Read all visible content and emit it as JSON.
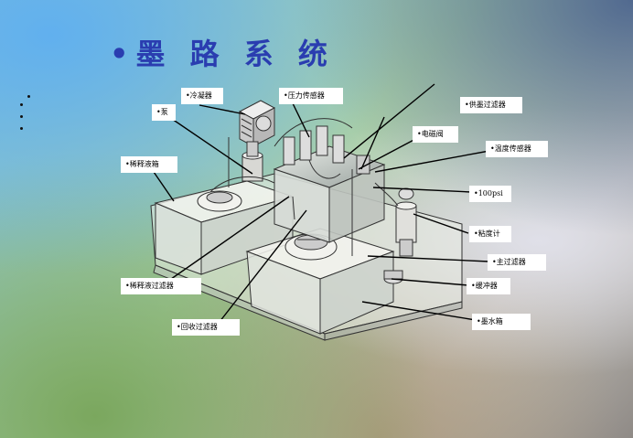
{
  "title": "•墨 路 系 统",
  "labels": {
    "condenser": "•冷凝器",
    "pressure_sensor": "•压力传感器",
    "pump": "•泵",
    "ink_supply_filter": "•供墨过滤器",
    "solenoid_valve": "•电磁阀",
    "temp_sensor": "•温度传感器",
    "diluent_tank": "•稀释液箱",
    "psi_100": "•100psi",
    "viscometer": "•粘度计",
    "main_filter": "•主过滤器",
    "buffer": "•缓冲器",
    "diluent_filter": "•稀释液过滤器",
    "recovery_filter": "•回收过滤器",
    "ink_tank": "•墨水箱"
  }
}
